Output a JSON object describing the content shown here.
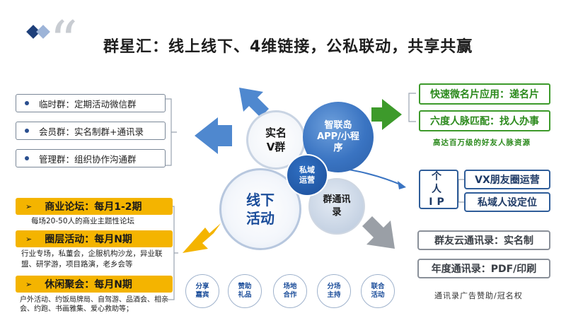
{
  "header": {
    "title": "群星汇：线上线下、4维链接，公私联动，共享共赢"
  },
  "left_top": {
    "items": [
      {
        "label": "临时群：定期活动微信群"
      },
      {
        "label": "会员群：实名制群+通讯录"
      },
      {
        "label": "管理群：组织协作沟通群"
      }
    ]
  },
  "left_bottom": {
    "sections": [
      {
        "label": "商业论坛：每月1-2期",
        "detail": "每场20-50人的商业主题性论坛"
      },
      {
        "label": "圈层活动：每月N期",
        "detail": "行业专场，私董会，企服机构沙龙，异业联盟、研学游，项目路演，老乡会等"
      },
      {
        "label": "休闲聚会：每月N期",
        "detail": "户外活动、约饭局牌局、自驾游、品酒会、相亲会、约跑、书画雅集、爱心救助等；"
      }
    ]
  },
  "center": {
    "xianxia": "线下活动",
    "shiming": "实名V群",
    "zhilian": "智联岛APP/小程序",
    "siyu": "私域运营",
    "qun": "群通讯录"
  },
  "bottom_circles": [
    {
      "label": "分享嘉宾"
    },
    {
      "label": "赞助礼品"
    },
    {
      "label": "场地合作"
    },
    {
      "label": "分场主持"
    },
    {
      "label": "联合活动"
    }
  ],
  "right_green": {
    "box1": "快速微名片应用：递名片",
    "box2": "六度人脉匹配：找人办事",
    "note": "高达百万级的好友人脉资源"
  },
  "right_blue": {
    "personal": "个人IP",
    "vx": "VX朋友圈运营",
    "private": "私域人设定位"
  },
  "right_gray": {
    "box1": "群友云通讯录：实名制",
    "box2": "年度通讯录：PDF/印刷",
    "note": "通讯录广告赞助/冠名权"
  },
  "colors": {
    "navy": "#1e3f7a",
    "blue": "#3a74c2",
    "green": "#3d9a2b",
    "yellow": "#f4b400",
    "gray": "#9a9fa6"
  }
}
